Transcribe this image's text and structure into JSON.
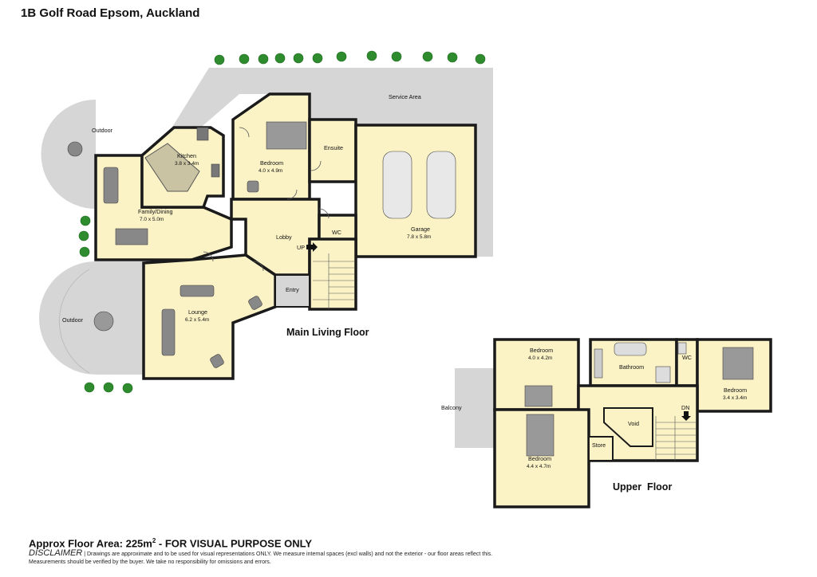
{
  "title": "1B Golf Road Epsom, Auckland",
  "floors": {
    "main": "Main Living Floor",
    "upper": "Upper  Floor"
  },
  "rooms": {
    "kitchen": {
      "name": "Kitchen",
      "dim": "3.8 x 3.4m"
    },
    "bedroom_main": {
      "name": "Bedroom",
      "dim": "4.0 x 4.9m"
    },
    "ensuite": {
      "name": "Ensuite"
    },
    "family_dining": {
      "name": "Family/Dining",
      "dim": "7.0 x 5.0m"
    },
    "lobby": {
      "name": "Lobby"
    },
    "wc_main": {
      "name": "WC"
    },
    "garage": {
      "name": "Garage",
      "dim": "7.8 x 5.8m"
    },
    "entry": {
      "name": "Entry"
    },
    "lounge": {
      "name": "Lounge",
      "dim": "6.2 x 5.4m"
    },
    "bedroom_up1": {
      "name": "Bedroom",
      "dim": "4.0 x 4.2m"
    },
    "bathroom": {
      "name": "Bathroom"
    },
    "wc_up": {
      "name": "WC"
    },
    "bedroom_up2": {
      "name": "Bedroom",
      "dim": "3.4 x 3.4m"
    },
    "balcony": {
      "name": "Balcony"
    },
    "void": {
      "name": "Void"
    },
    "store": {
      "name": "Store"
    },
    "bedroom_up3": {
      "name": "Bedroom",
      "dim": "4.4 x 4.7m"
    }
  },
  "labels": {
    "service_area": "Service Area",
    "outdoor_top": "Outdoor",
    "outdoor_bottom": "Outdoor",
    "up": "UP",
    "dn": "DN"
  },
  "footer": {
    "area_prefix": "Approx Floor Area: 225m",
    "area_sup": "2",
    "area_suffix": " - FOR VISUAL PURPOSE ONLY",
    "disclaimer_head": "DISCLAIMER",
    "disclaimer_body": " | Drawings are approximate and to be used for visual representations ONLY. We measure internal spaces (excl walls) and not the exterior - our floor areas reflect this. Measurements should be verified by the buyer. We take no responsibility for omissions and errors."
  },
  "colors": {
    "room_fill": "#fbf3c6",
    "wall": "#1a1a1a",
    "outdoor_fill": "#d6d6d6",
    "tree": "#2e8b2e"
  }
}
